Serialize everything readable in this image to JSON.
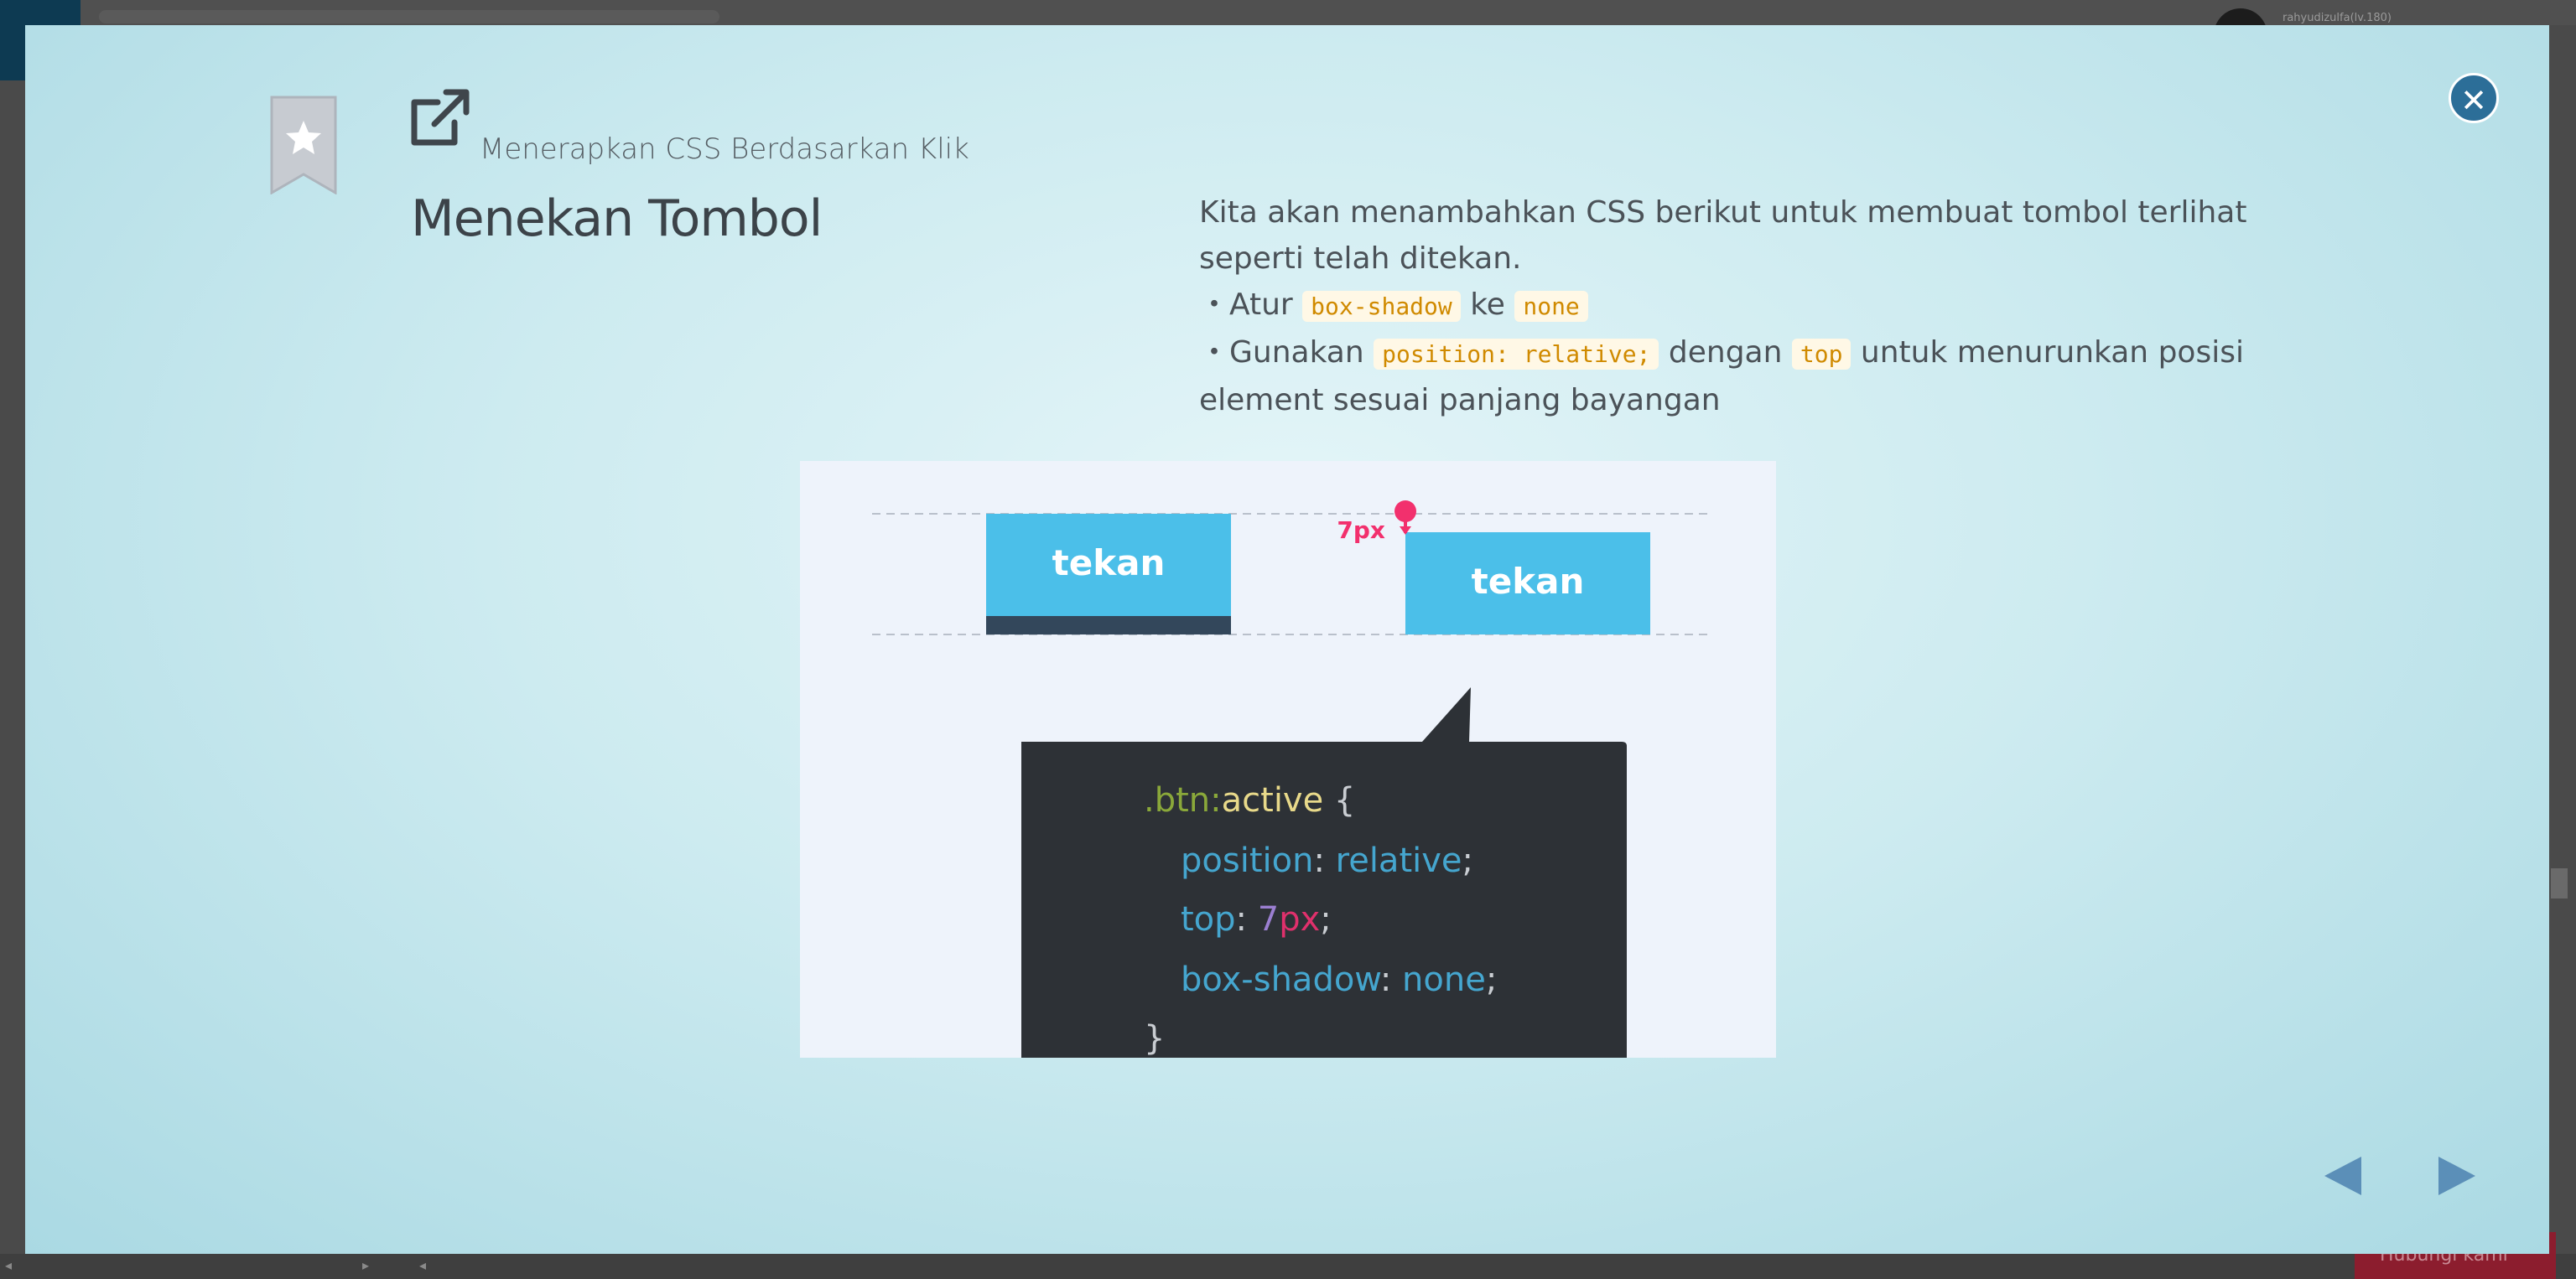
{
  "background": {
    "user_label": "rahyudizulfa(lv.180)",
    "cta_label": "Hubungi kami"
  },
  "modal": {
    "subtitle": "Menerapkan CSS Berdasarkan Klik",
    "title": "Menekan Tombol",
    "description": {
      "intro": "Kita akan menambahkan CSS berikut untuk membuat tombol terlihat seperti telah ditekan.",
      "bullet1": {
        "prefix": "・Atur ",
        "code1": "box-shadow",
        "middle": " ke ",
        "code2": "none"
      },
      "bullet2": {
        "prefix": "・Gunakan ",
        "code1": "position: relative;",
        "middle": " dengan ",
        "code2": "top",
        "suffix": " untuk menurunkan posisi element sesuai panjang bayangan"
      }
    },
    "illustration": {
      "button_label": "tekan",
      "offset_label": "7px",
      "code_lines": {
        "selector_class": ".btn",
        "selector_colon": ":",
        "selector_pseudo": "active",
        "open_brace": " {",
        "prop1": "position",
        "val1": "relative",
        "prop2": "top",
        "val2_num": "7",
        "val2_unit": "px",
        "prop3": "box-shadow",
        "val3": "none",
        "close_brace": "}"
      }
    }
  },
  "icons": {
    "close": "close-icon",
    "bookmark": "bookmark-star-icon",
    "external": "external-link-icon",
    "prev": "triangle-left-icon",
    "next": "triangle-right-icon"
  },
  "colors": {
    "accent": "#2c6e98",
    "button_blue": "#4bbfe9",
    "button_shadow": "#33475b",
    "marker_pink": "#f2306d",
    "code_bg": "#2d3136",
    "code_green": "#8aa83a",
    "code_yellow": "#e8d98a",
    "code_blue": "#45a6cf",
    "code_pink": "#e0306c",
    "inline_code": "#d08a00"
  }
}
